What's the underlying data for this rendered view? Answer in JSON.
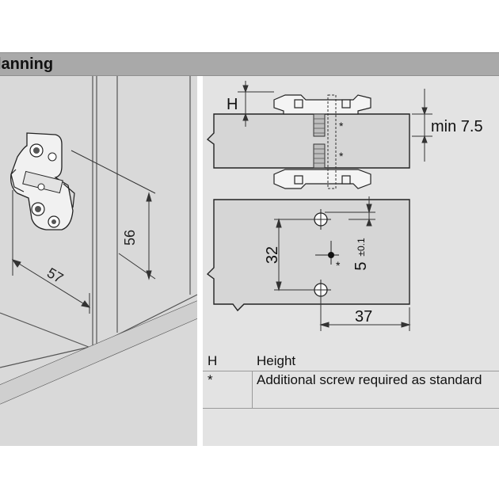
{
  "header": {
    "title": "lanning"
  },
  "left_view": {
    "dim_width": "57",
    "dim_height": "56"
  },
  "right_view": {
    "dim_h": "H",
    "dim_min": "min 7.5",
    "dim_32": "32",
    "dim_5": "5",
    "dim_tol": "±0.1",
    "dim_37": "37",
    "star": "*"
  },
  "legend": {
    "rows": [
      {
        "key": "H",
        "text": "Height"
      },
      {
        "key": "*",
        "text": "Additional screw required as standard"
      }
    ]
  },
  "colors": {
    "header_bg": "#a9a9a9",
    "panel_bg": "#d9d9d9",
    "line": "#333333"
  }
}
